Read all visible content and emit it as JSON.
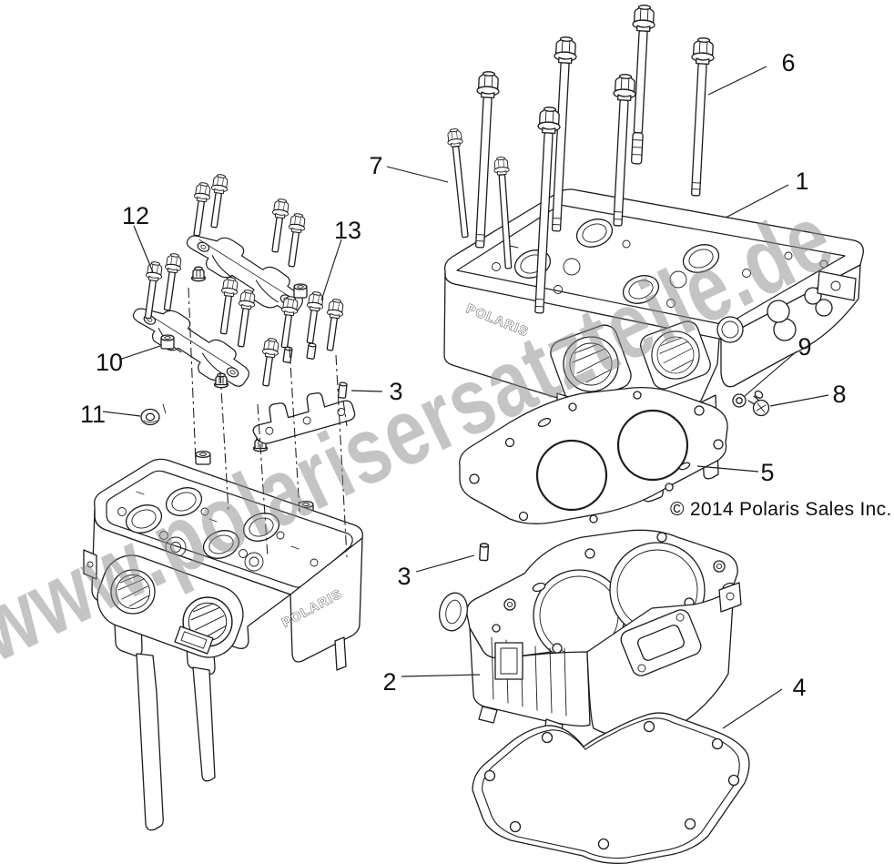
{
  "watermark": {
    "text": "www.polarisersatzteile.de",
    "color": "#8a8a8a"
  },
  "copyright": {
    "text": "© 2014 Polaris Sales Inc."
  },
  "brand": {
    "logo": "POLARIS"
  },
  "drawing": {
    "line_color": "#1c1c1c",
    "background": "#ffffff"
  },
  "callouts": [
    {
      "label": "1"
    },
    {
      "label": "2"
    },
    {
      "label": "3"
    },
    {
      "label": "3"
    },
    {
      "label": "4"
    },
    {
      "label": "5"
    },
    {
      "label": "6"
    },
    {
      "label": "7"
    },
    {
      "label": "8"
    },
    {
      "label": "9"
    },
    {
      "label": "10"
    },
    {
      "label": "11"
    },
    {
      "label": "12"
    },
    {
      "label": "13"
    }
  ]
}
